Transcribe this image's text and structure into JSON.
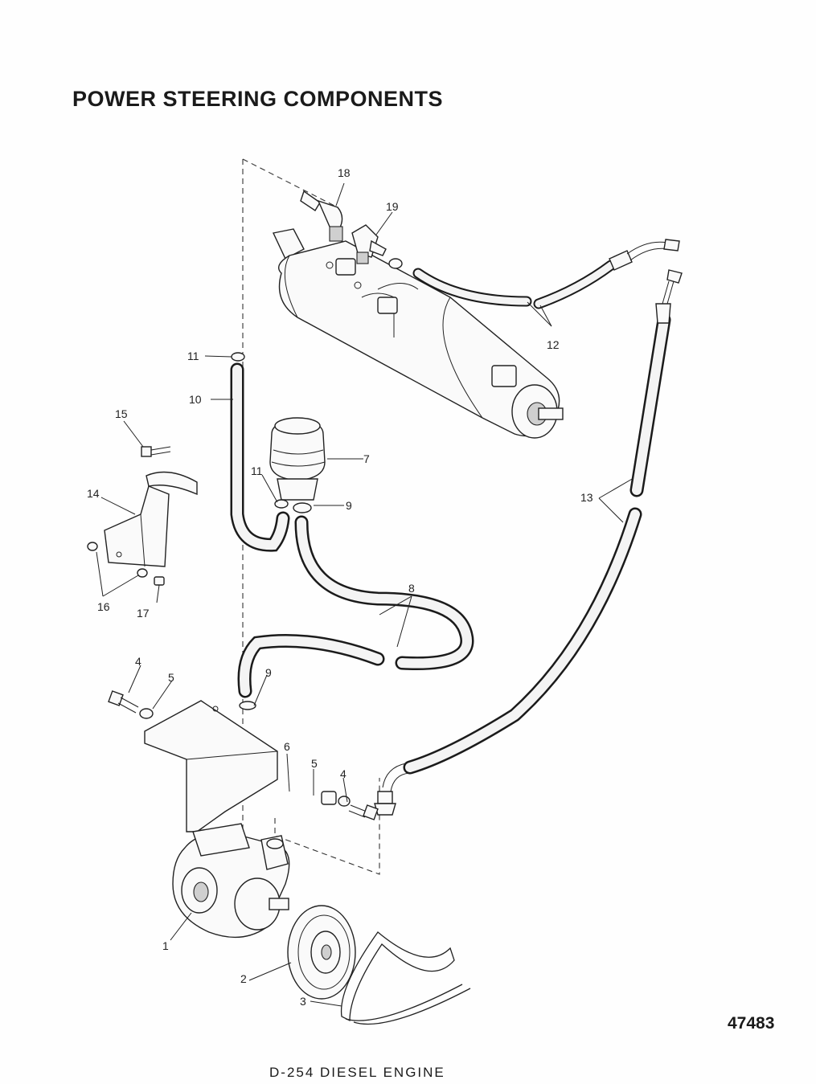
{
  "title": "POWER STEERING COMPONENTS",
  "figure_number": "47483",
  "caption": "D-254 DIESEL ENGINE",
  "callouts": {
    "c1": "1",
    "c2": "2",
    "c3": "3",
    "c4a": "4",
    "c4b": "4",
    "c5a": "5",
    "c5b": "5",
    "c6": "6",
    "c7": "7",
    "c8": "8",
    "c9a": "9",
    "c9b": "9",
    "c10": "10",
    "c11a": "11",
    "c11b": "11",
    "c12": "12",
    "c13": "13",
    "c14": "14",
    "c15": "15",
    "c16": "16",
    "c17": "17",
    "c18": "18",
    "c19": "19"
  }
}
